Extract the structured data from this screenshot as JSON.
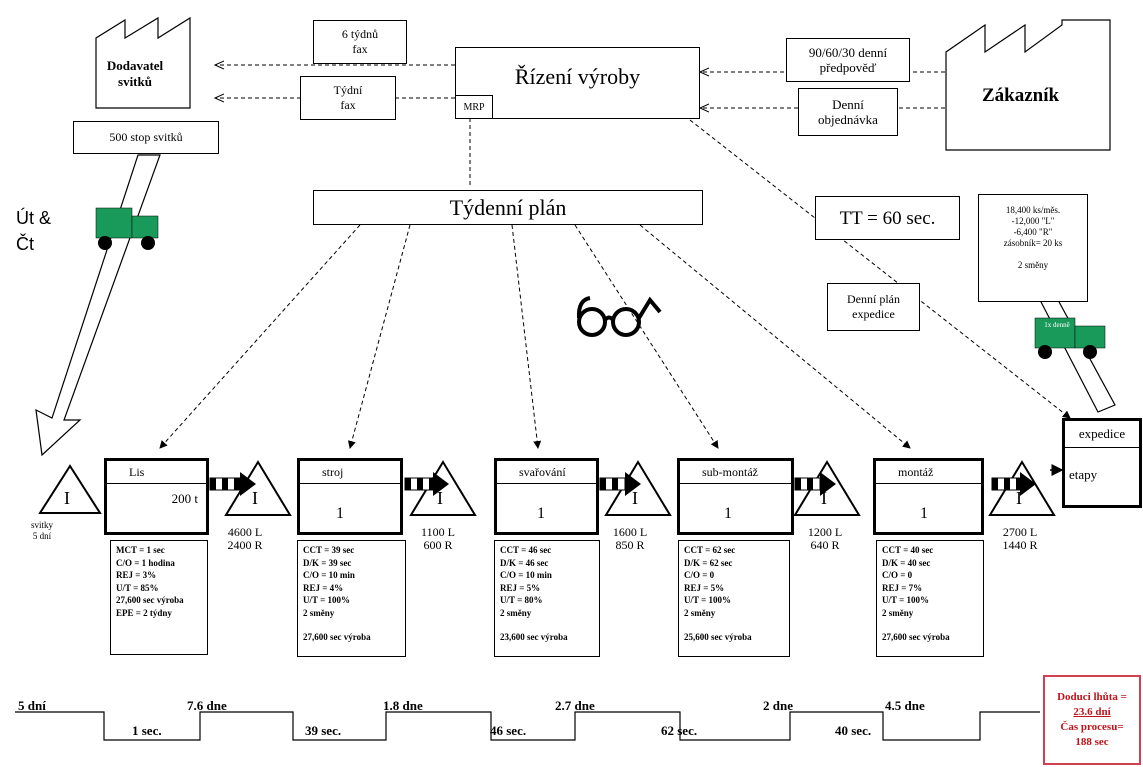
{
  "supplier": {
    "label_line1": "Dodavatel",
    "label_line2": "svitků",
    "shipment": "500 stop svitků",
    "delivery_days": "Út & Čt"
  },
  "production_control": {
    "title": "Řízení výroby",
    "system": "MRP"
  },
  "customer": {
    "label": "Zákazník",
    "demand": [
      "18,400 ks/měs.",
      "-12,000 \"L\"",
      "-6,400 \"R\"",
      "zásobník= 20 ks",
      "",
      "2 směny"
    ]
  },
  "info_flows": {
    "forecast_to_supplier": [
      "6 týdnů",
      "fax"
    ],
    "weekly_fax": [
      "Týdní",
      "fax"
    ],
    "customer_forecast": [
      "90/60/30 denní",
      "předpověď"
    ],
    "daily_order": [
      "Denní",
      "objednávka"
    ],
    "daily_ship_schedule": [
      "Denní plán",
      "expedice"
    ]
  },
  "weekly_schedule": "Týdenní plán",
  "takt_time": "TT = 60 sec.",
  "truck_customer_label": "1x denně",
  "inventory_symbol": "I",
  "processes": [
    {
      "name": "Lis",
      "value": "200 t",
      "operator": "",
      "data": [
        "MCT = 1 sec",
        "C/O = 1 hodina",
        "REJ = 3%",
        "U/T = 85%",
        "27,600 sec výroba",
        "EPE = 2 týdny"
      ]
    },
    {
      "name": "stroj",
      "value": "",
      "operator": "1",
      "data": [
        "CCT = 39 sec",
        "D/K = 39 sec",
        "C/O = 10 min",
        "REJ = 4%",
        "U/T = 100%",
        "2 směny",
        "",
        "27,600 sec výroba"
      ]
    },
    {
      "name": "svařování",
      "value": "",
      "operator": "1",
      "data": [
        "CCT = 46 sec",
        "D/K = 46 sec",
        "C/O = 10 min",
        "REJ = 5%",
        "U/T = 80%",
        "2 směny",
        "",
        "23,600 sec výroba"
      ]
    },
    {
      "name": "sub-montáž",
      "value": "",
      "operator": "1",
      "data": [
        "CCT = 62 sec",
        "D/K = 62 sec",
        "C/O = 0",
        "REJ = 5%",
        "U/T = 100%",
        "2 směny",
        "",
        "25,600 sec výroba"
      ]
    },
    {
      "name": "montáž",
      "value": "",
      "operator": "1",
      "data": [
        "CCT = 40 sec",
        "D/K = 40 sec",
        "C/O = 0",
        "REJ = 7%",
        "U/T = 100%",
        "2 směny",
        "",
        "27,600 sec výroba"
      ]
    }
  ],
  "shipping": {
    "name": "expedice",
    "sub": "etapy"
  },
  "inventories": [
    {
      "line1": "svitky",
      "line2": "5 dní"
    },
    {
      "line1": "4600 L",
      "line2": "2400 R"
    },
    {
      "line1": "1100 L",
      "line2": "600 R"
    },
    {
      "line1": "1600 L",
      "line2": "850 R"
    },
    {
      "line1": "1200 L",
      "line2": "640 R"
    },
    {
      "line1": "2700 L",
      "line2": "1440 R"
    }
  ],
  "timeline": {
    "waits": [
      "5 dní",
      "7.6 dne",
      "1.8 dne",
      "2.7 dne",
      "2 dne",
      "4.5 dne"
    ],
    "process_times": [
      "1 sec.",
      "39 sec.",
      "46 sec.",
      "62 sec.",
      "40 sec."
    ],
    "summary": [
      "Doduci lhůta =",
      "23.6 dní",
      "Čas procesu=",
      "188 sec"
    ]
  },
  "colors": {
    "truck": "#1a9a5a",
    "summary_text": "#c0141c",
    "summary_border": "#d04050"
  }
}
